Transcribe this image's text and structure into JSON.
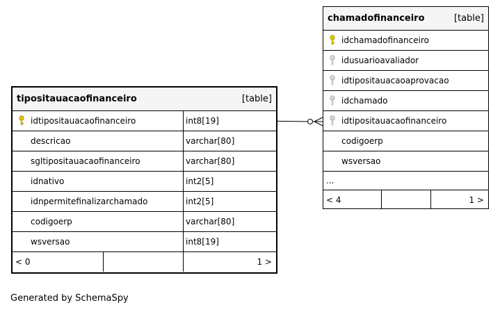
{
  "tipo": {
    "name": "tipositauacaofinanceiro",
    "type_label": "[table]",
    "rows": [
      {
        "name": "idtipositauacaofinanceiro",
        "type": "int8[19]"
      },
      {
        "name": "descricao",
        "type": "varchar[80]"
      },
      {
        "name": "sgltipositauacaofinanceiro",
        "type": "varchar[80]"
      },
      {
        "name": "idnativo",
        "type": "int2[5]"
      },
      {
        "name": "idnpermitefinalizarchamado",
        "type": "int2[5]"
      },
      {
        "name": "codigoerp",
        "type": "varchar[80]"
      },
      {
        "name": "wsversao",
        "type": "int8[19]"
      }
    ],
    "footer_left": "< 0",
    "footer_right": "1 >"
  },
  "chamado": {
    "name": "chamadofinanceiro",
    "type_label": "[table]",
    "rows": [
      {
        "name": "idchamadofinanceiro"
      },
      {
        "name": "idusuarioavaliador"
      },
      {
        "name": "idtipositauacaoaprovacao"
      },
      {
        "name": "idchamado"
      },
      {
        "name": "idtipositauacaofinanceiro"
      },
      {
        "name": "codigoerp"
      },
      {
        "name": "wsversao"
      }
    ],
    "ellipsis": "...",
    "footer_left": "< 4",
    "footer_right": "1 >"
  },
  "caption": "Generated by SchemaSpy",
  "colors": {
    "primary_key": "#e8c800",
    "foreign_key": "#b0b0b0",
    "header_bg": "#f5f5f5"
  }
}
